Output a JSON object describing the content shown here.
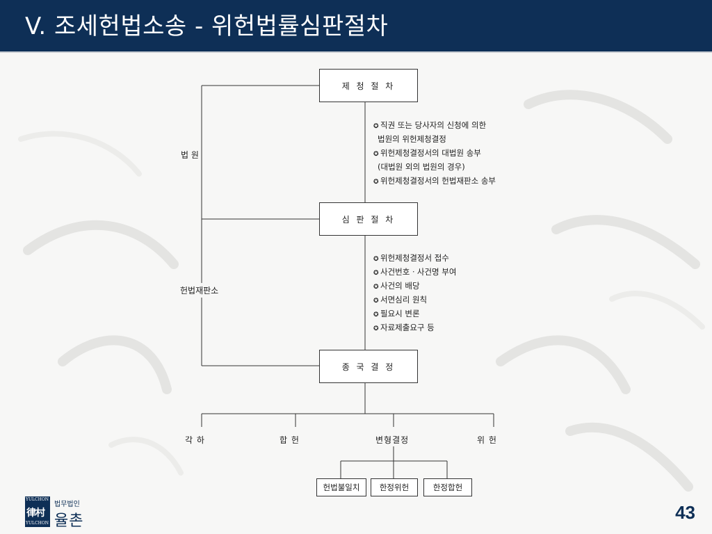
{
  "slide": {
    "title": "V. 조세헌법소송 - 위헌법률심판절차",
    "page_number": "43"
  },
  "diagram": {
    "stages": [
      {
        "id": "request",
        "label": "제 청 절 차"
      },
      {
        "id": "review",
        "label": "심 판 절 차"
      },
      {
        "id": "decision",
        "label": "종 국 결 정"
      }
    ],
    "side_labels": {
      "court": "법          원",
      "constitutional_court": "헌법재판소"
    },
    "request_notes": [
      {
        "marker": "✪",
        "text": "직권 또는 당사자의 신청에 의한"
      },
      {
        "marker": "",
        "text": "법원의 위헌제청결정"
      },
      {
        "marker": "✪",
        "text": "위헌제청결정서의 대법원 송부"
      },
      {
        "marker": "",
        "text": "(대법원 외의 법원의 경우)"
      },
      {
        "marker": "✪",
        "text": "위헌제청결정서의 헌법재판소 송부"
      }
    ],
    "review_notes": [
      {
        "marker": "✪",
        "text": "위헌제청결정서 접수"
      },
      {
        "marker": "✪",
        "text": "사건번호ㆍ사건명 부여"
      },
      {
        "marker": "✪",
        "text": "사건의 배당"
      },
      {
        "marker": "✪",
        "text": "서면심리 원칙"
      },
      {
        "marker": "✪",
        "text": "필요시 변론"
      },
      {
        "marker": "✪",
        "text": "자료제출요구 등"
      }
    ],
    "outcomes": [
      {
        "label": "각    하"
      },
      {
        "label": "합    헌"
      },
      {
        "label": "변형결정"
      },
      {
        "label": "위    헌"
      }
    ],
    "variant_outcomes": [
      {
        "label": "헌법불일치"
      },
      {
        "label": "한정위헌"
      },
      {
        "label": "한정합헌"
      }
    ]
  },
  "logo": {
    "mark_top": "YULCHON",
    "mark_hanja": "律村",
    "mark_bottom": "YULCHON",
    "subtitle": "법무법인",
    "name": "율촌"
  },
  "colors": {
    "header_bg": "#0e2f56",
    "header_text": "#ffffff",
    "background": "#f7f7f6",
    "line": "#333333"
  }
}
